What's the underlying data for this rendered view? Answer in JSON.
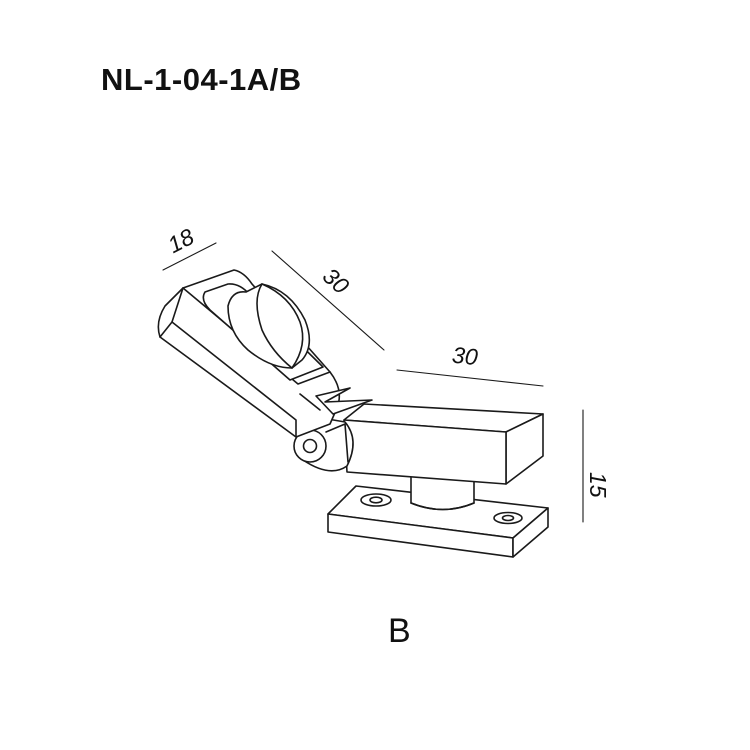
{
  "title": "NL-1-04-1A/B",
  "variant_label": "B",
  "dimensions": {
    "arm_width": "18",
    "arm_length": "30",
    "bar_length": "30",
    "height": "15"
  }
}
